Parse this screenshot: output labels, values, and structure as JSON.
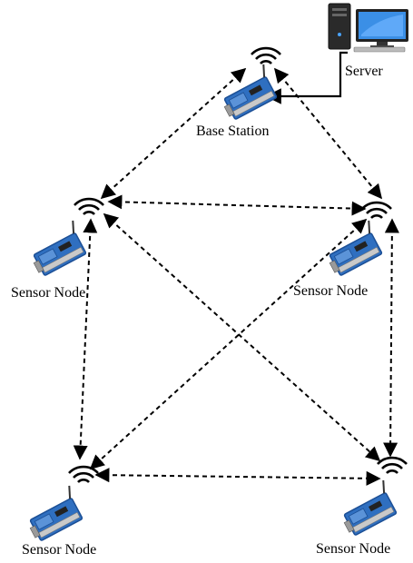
{
  "diagram": {
    "nodes": {
      "server": {
        "label": "Server",
        "icon": "desktop-computer-icon"
      },
      "base_station": {
        "label": "Base Station",
        "icon": "sensor-board-icon"
      },
      "node_top_left": {
        "label": "Sensor Node",
        "icon": "sensor-board-icon"
      },
      "node_top_right": {
        "label": "Sensor Node",
        "icon": "sensor-board-icon"
      },
      "node_bottom_left": {
        "label": "Sensor Node",
        "icon": "sensor-board-icon"
      },
      "node_bottom_right": {
        "label": "Sensor Node",
        "icon": "sensor-board-icon"
      }
    },
    "links": [
      {
        "from": "base_station",
        "to": "node_top_left",
        "style": "dashed",
        "direction": "both"
      },
      {
        "from": "base_station",
        "to": "node_top_right",
        "style": "dashed",
        "direction": "both"
      },
      {
        "from": "node_top_left",
        "to": "node_top_right",
        "style": "dashed",
        "direction": "both"
      },
      {
        "from": "node_top_left",
        "to": "node_bottom_left",
        "style": "dashed",
        "direction": "both"
      },
      {
        "from": "node_top_left",
        "to": "node_bottom_right",
        "style": "dashed",
        "direction": "both"
      },
      {
        "from": "node_top_right",
        "to": "node_bottom_left",
        "style": "dashed",
        "direction": "both"
      },
      {
        "from": "node_top_right",
        "to": "node_bottom_right",
        "style": "dashed",
        "direction": "both"
      },
      {
        "from": "node_bottom_left",
        "to": "node_bottom_right",
        "style": "dashed",
        "direction": "both"
      },
      {
        "from": "server",
        "to": "base_station",
        "style": "solid",
        "direction": "to-base"
      }
    ],
    "colors": {
      "board": "#2f6fc0",
      "board_dark": "#1c4f95",
      "line": "#000000"
    }
  }
}
